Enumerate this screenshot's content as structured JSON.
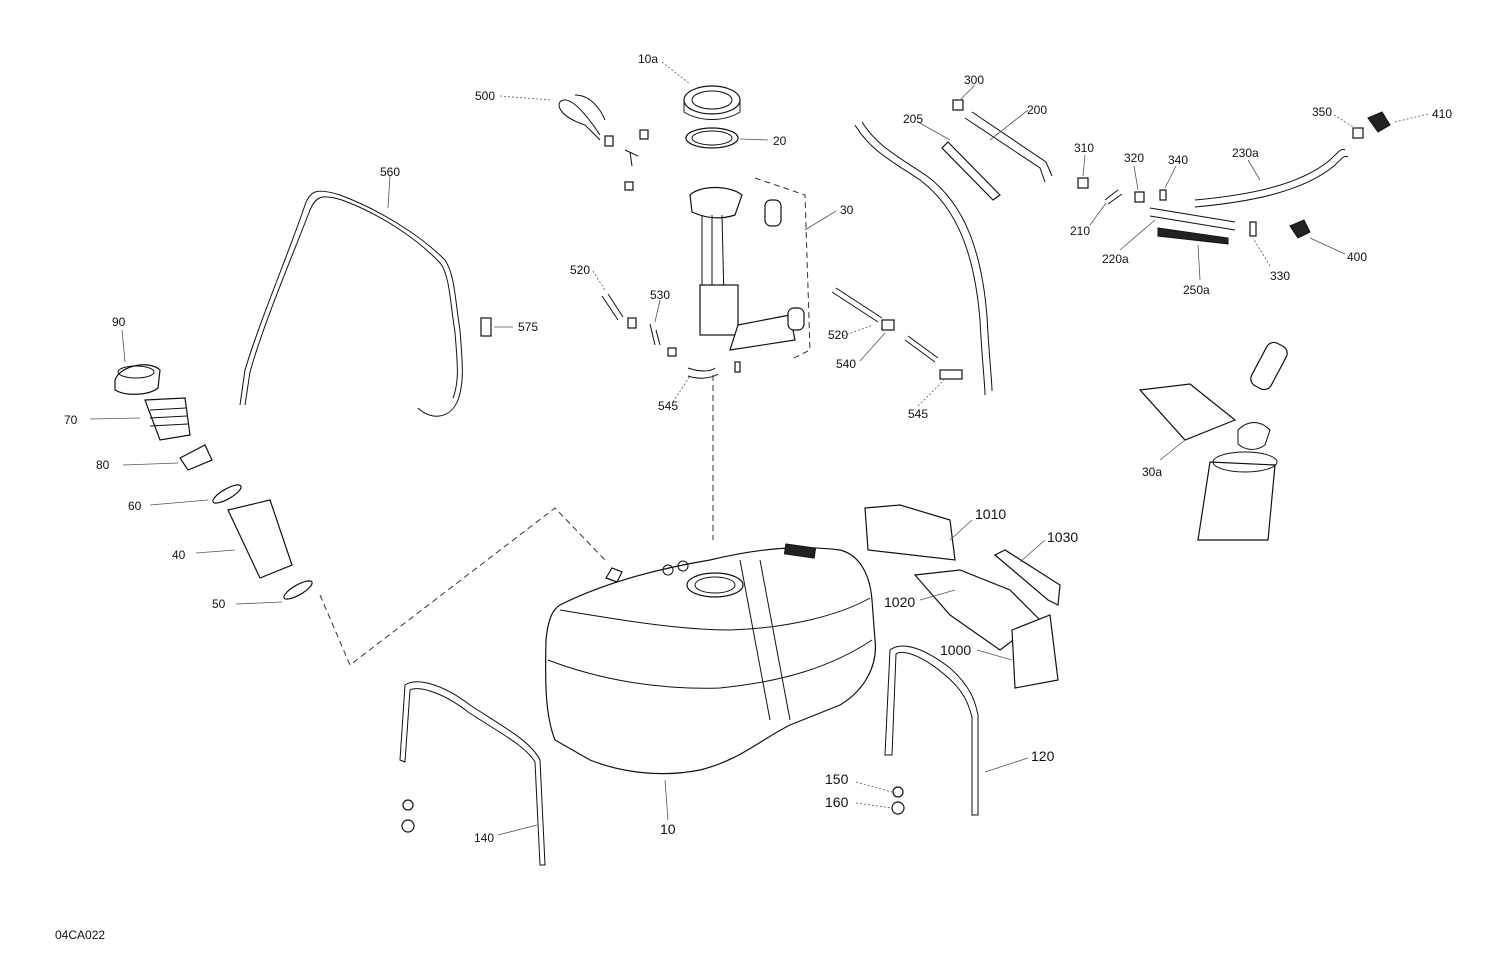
{
  "figure_id": "04CA022",
  "callouts": {
    "c10a": "10a",
    "c20": "20",
    "c30": "30",
    "c500": "500",
    "c560": "560",
    "c575": "575",
    "c520a": "520",
    "c530": "530",
    "c545a": "545",
    "c520b": "520",
    "c540": "540",
    "c545b": "545",
    "c300": "300",
    "c200": "200",
    "c205": "205",
    "c310": "310",
    "c320": "320",
    "c340": "340",
    "c230a": "230a",
    "c350": "350",
    "c410": "410",
    "c210": "210",
    "c220a": "220a",
    "c250a": "250a",
    "c330": "330",
    "c400": "400",
    "c90": "90",
    "c70": "70",
    "c80": "80",
    "c60": "60",
    "c40": "40",
    "c50": "50",
    "c30a": "30a",
    "c1010": "1010",
    "c1030": "1030",
    "c1020": "1020",
    "c1000": "1000",
    "c120": "120",
    "c150": "150",
    "c160": "160",
    "c10": "10",
    "c140": "140"
  }
}
